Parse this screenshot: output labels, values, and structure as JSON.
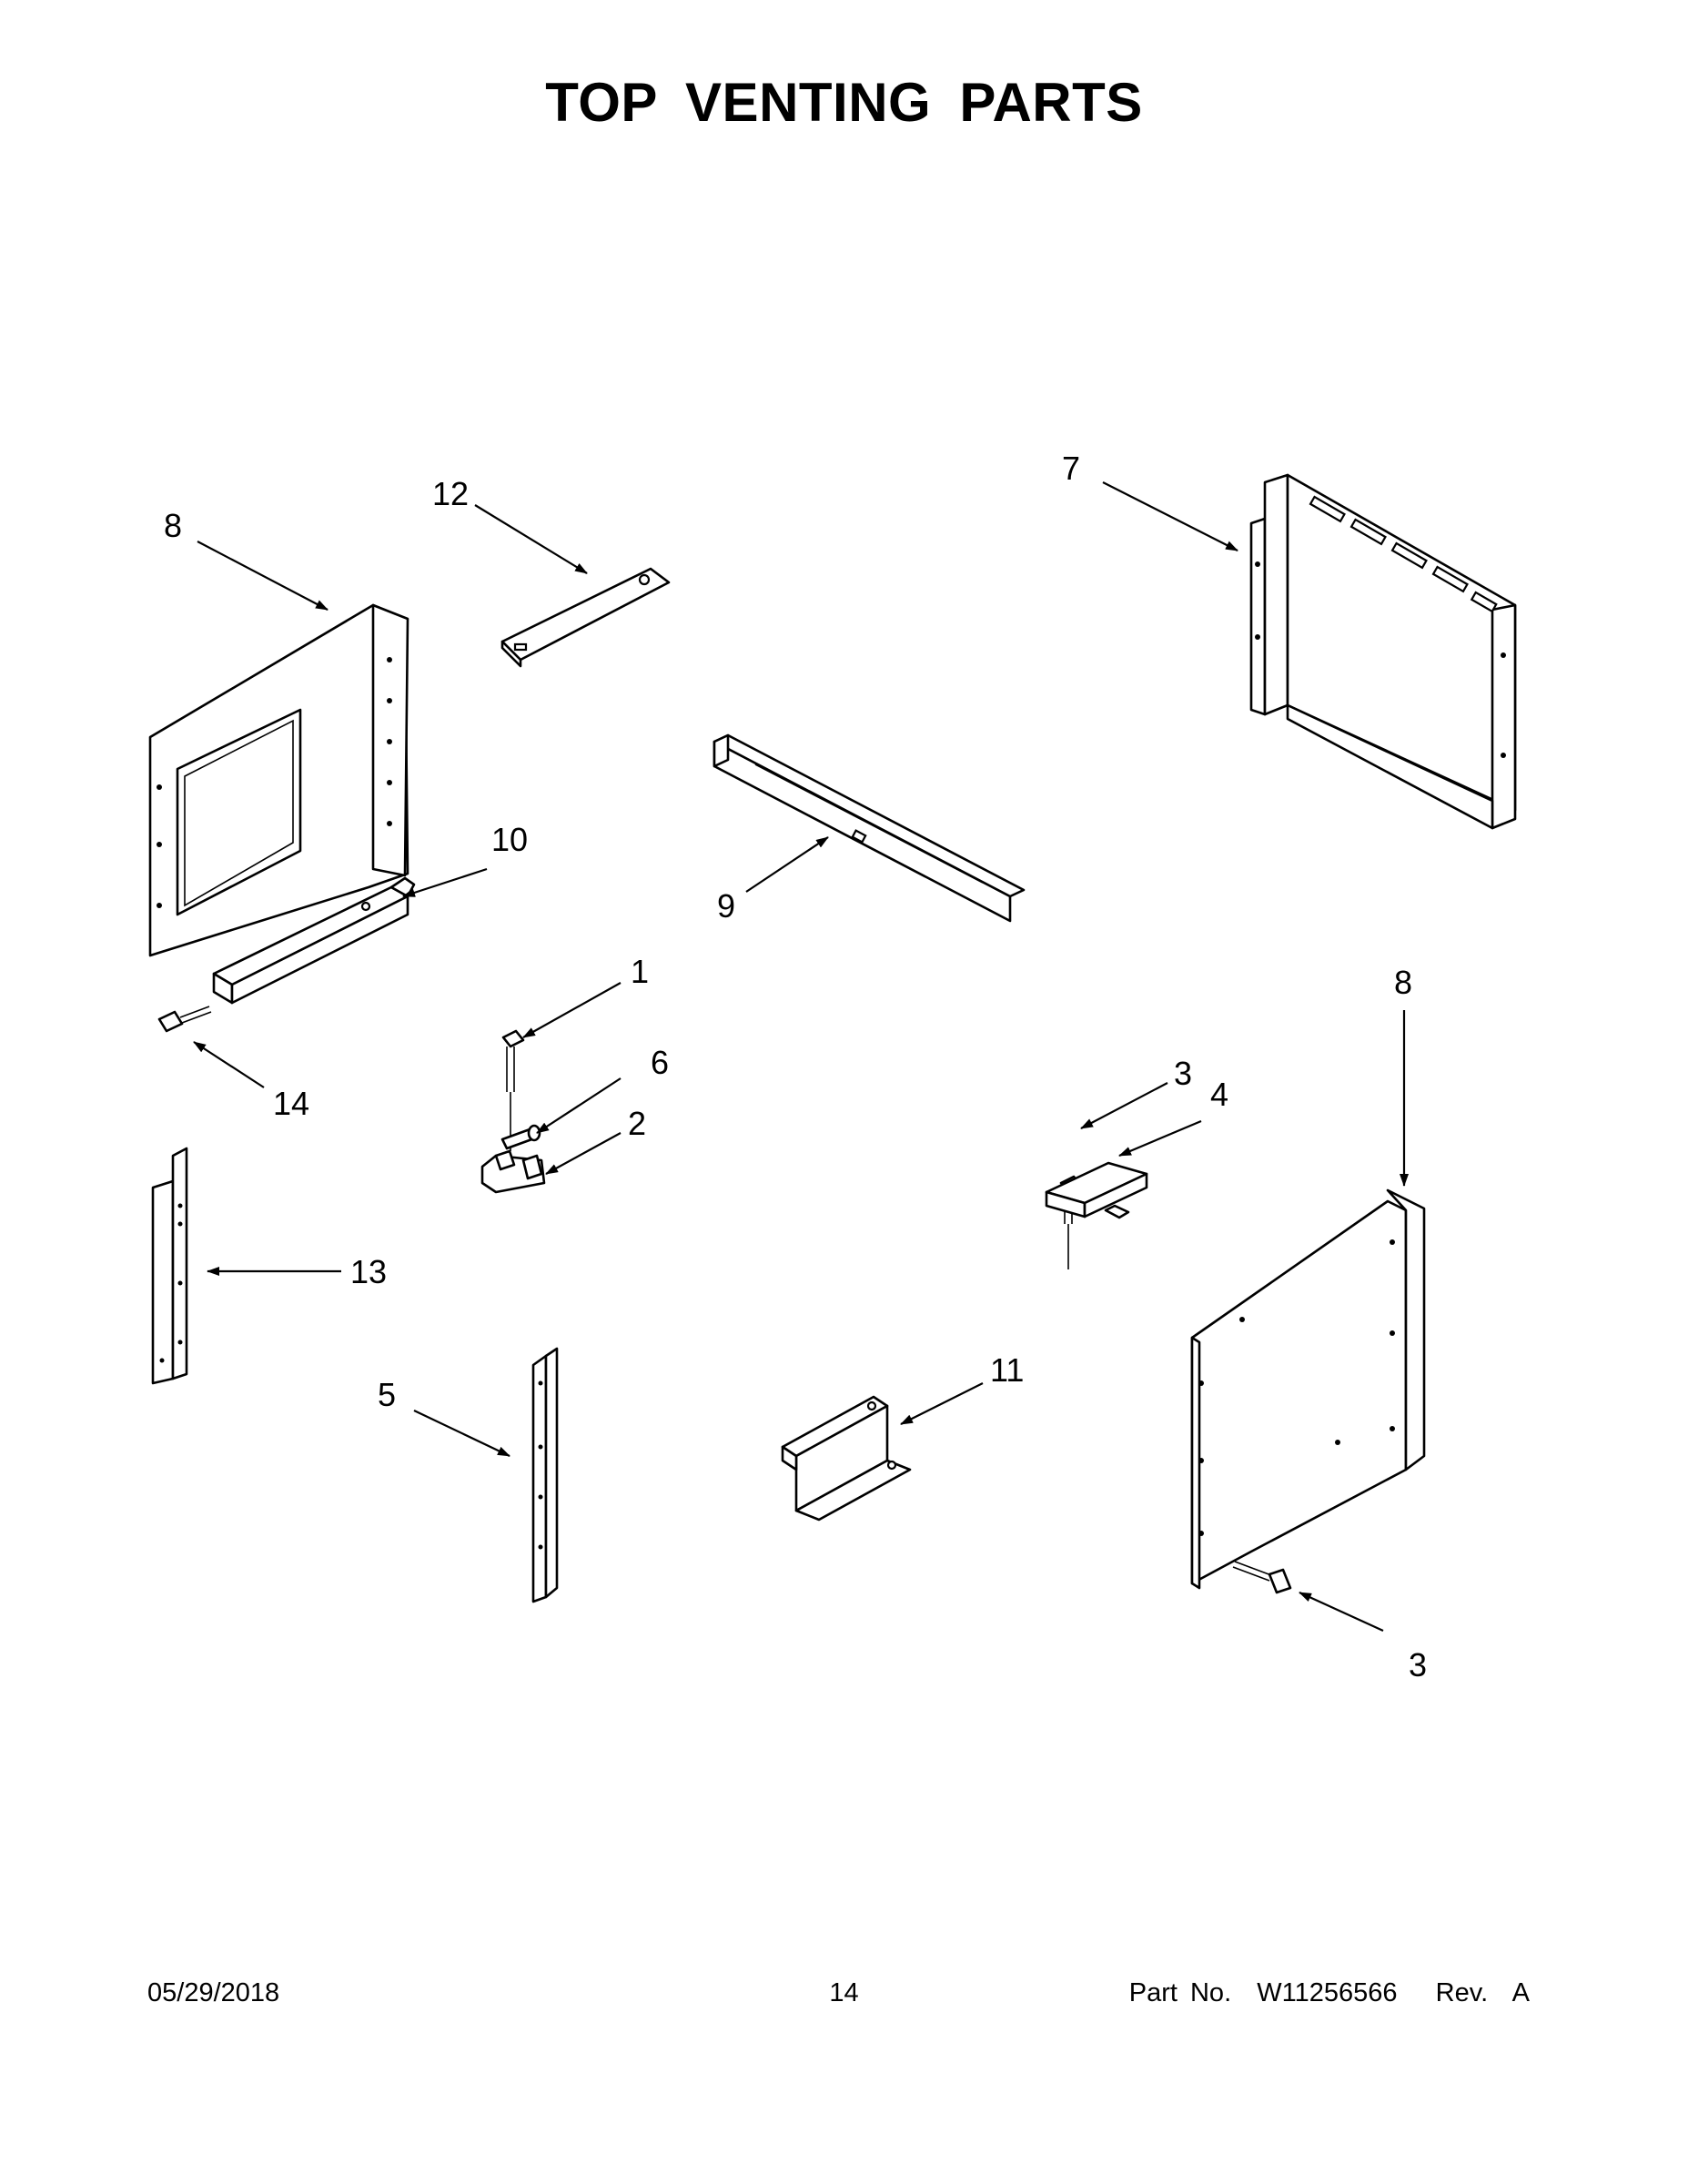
{
  "title": "TOP VENTING PARTS",
  "callouts": {
    "c1": "1",
    "c2": "2",
    "c3a": "3",
    "c3b": "3",
    "c4": "4",
    "c5": "5",
    "c6": "6",
    "c7": "7",
    "c8a": "8",
    "c8b": "8",
    "c9": "9",
    "c10": "10",
    "c11": "11",
    "c12": "12",
    "c13": "13",
    "c14": "14"
  },
  "footer": {
    "date": "05/29/2018",
    "page": "14",
    "part": "Part No.  W11256566   Rev.  A"
  }
}
